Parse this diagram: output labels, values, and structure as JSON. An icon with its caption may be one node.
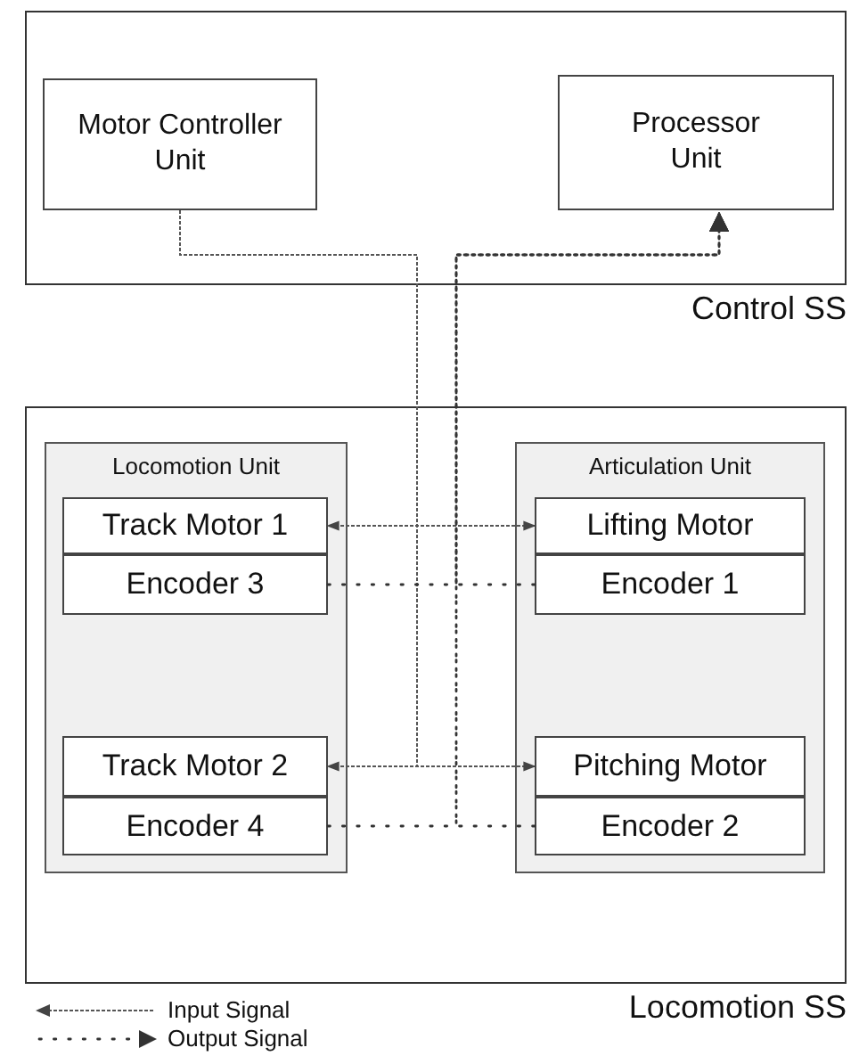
{
  "diagram": {
    "nodes": [
      {
        "text": [
          "Control SS"
        ]
      },
      {
        "text": [
          "Motor Controller Unit"
        ],
        "in": 0
      },
      {
        "text": [
          "Processor Unit"
        ],
        "in": 0
      },
      {
        "text": [
          "Locomotion SS"
        ]
      },
      {
        "text": [
          "Locomotion Unit"
        ],
        "in": 3
      },
      {
        "text": [
          "Track Motor 1"
        ],
        "in": 4
      },
      {
        "text": [
          "Encoder 3"
        ],
        "in": 4
      },
      {
        "text": [
          "Track Motor 2"
        ],
        "in": 4
      },
      {
        "text": [
          "Encoder 4"
        ],
        "in": 4
      },
      {
        "text": [
          "Articulation Unit"
        ],
        "in": 3
      },
      {
        "text": [
          "Lifting Motor"
        ],
        "in": 9
      },
      {
        "text": [
          "Encoder 1"
        ],
        "in": 9
      },
      {
        "text": [
          "Pitching Motor"
        ],
        "in": 9
      },
      {
        "text": [
          "Encoder 2"
        ],
        "in": 9
      }
    ],
    "edges": [
      {
        "from": 1,
        "to": 5,
        "arrow": "to",
        "style": "dashed"
      },
      {
        "from": 1,
        "to": 10,
        "arrow": "to",
        "style": "dashed"
      },
      {
        "from": 1,
        "to": 7,
        "arrow": "to",
        "style": "dashed"
      },
      {
        "from": 1,
        "to": 12,
        "arrow": "to",
        "style": "dashed"
      },
      {
        "from": 6,
        "to": 2,
        "arrow": "to"
      },
      {
        "from": 11,
        "to": 2,
        "arrow": "to"
      },
      {
        "from": 8,
        "to": 2,
        "arrow": "to"
      },
      {
        "from": 13,
        "to": 2,
        "arrow": "to"
      }
    ],
    "legend": [
      {
        "text": "Input Signal"
      },
      {
        "text": "Output Signal"
      }
    ]
  }
}
